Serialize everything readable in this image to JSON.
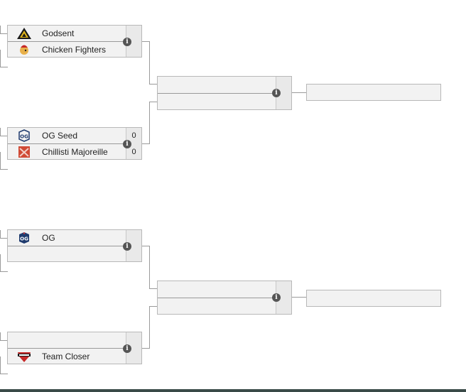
{
  "bracket": {
    "upper": {
      "match1": {
        "team1": {
          "name": "Godsent",
          "logo": "godsent-logo",
          "score": ""
        },
        "team2": {
          "name": "Chicken Fighters",
          "logo": "chicken-fighters-logo",
          "score": ""
        }
      },
      "match2": {
        "team1": {
          "name": "OG Seed",
          "logo": "og-seed-logo",
          "score": "0"
        },
        "team2": {
          "name": "Chillisti Majoreille",
          "logo": "chillisti-logo",
          "score": "0"
        }
      }
    },
    "lower": {
      "match1": {
        "team1": {
          "name": "OG",
          "logo": "og-logo",
          "score": ""
        },
        "team2": {
          "name": "",
          "logo": "",
          "score": ""
        }
      },
      "match2": {
        "team1": {
          "name": "",
          "logo": "",
          "score": ""
        },
        "team2": {
          "name": "Team Closer",
          "logo": "team-closer-logo",
          "score": ""
        }
      }
    }
  },
  "info_icon_glyph": "i",
  "colors": {
    "connector": "#9a9a9a",
    "box_bg": "#f2f2f2",
    "info_icon": "#555555"
  }
}
